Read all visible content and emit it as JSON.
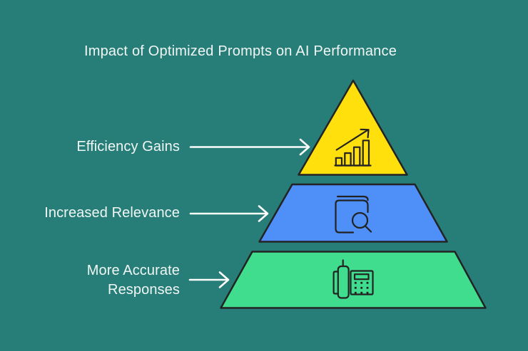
{
  "title": "Impact of Optimized Prompts on AI Performance",
  "theme": {
    "background_color": "#277d77",
    "title_color": "#f0f7f5",
    "label_color": "#f0f7f5",
    "shape_outline_color": "#232323",
    "arrow_color": "#fdfefe"
  },
  "pyramid": {
    "tiers": [
      {
        "rank": 1,
        "label": "Efficiency Gains",
        "color": "#ffe00d",
        "shape": "triangle",
        "icon": "bar-chart-growth-icon"
      },
      {
        "rank": 2,
        "label": "Increased Relevance",
        "color": "#4e8ff8",
        "shape": "trapezoid",
        "icon": "book-search-icon"
      },
      {
        "rank": 3,
        "label": "More Accurate Responses",
        "color": "#3fdd8d",
        "shape": "trapezoid",
        "icon": "desk-phone-icon"
      }
    ]
  }
}
